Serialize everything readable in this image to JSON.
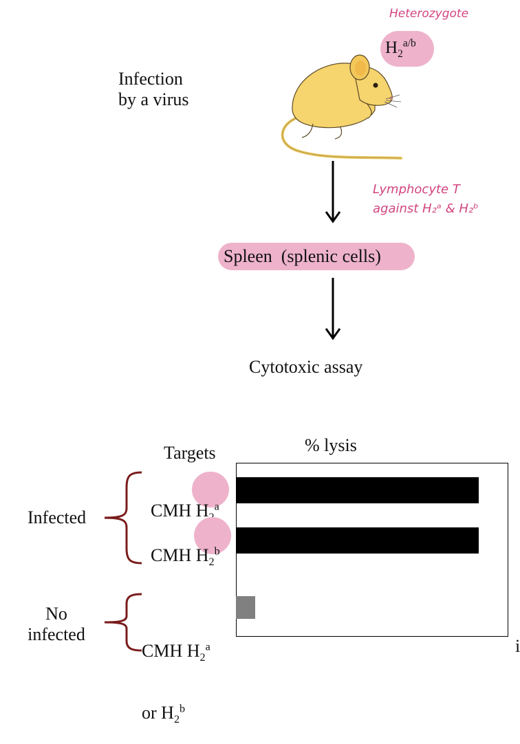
{
  "annotation": {
    "genotype_note": "Heterozygote",
    "lymph_line1": "Lymphocyte T",
    "lymph_line2": "against H₂ᵃ & H₂ᵇ"
  },
  "mouse_genotype": {
    "base": "H",
    "sub": "2",
    "sup": "a/b"
  },
  "step_infection_line1": "Infection",
  "step_infection_line2": "by a virus",
  "step_spleen": "Spleen  (splenic cells)",
  "step_assay": "Cytotoxic assay",
  "chart_data": {
    "type": "bar",
    "orientation": "horizontal",
    "title": "% lysis",
    "row_header": "Targets",
    "categories": [
      "CMH H2a",
      "CMH H2b",
      "CMH H2a or H2b"
    ],
    "values": [
      100,
      100,
      8
    ],
    "value_unit": "% lysis (relative, unlabeled axis)",
    "bar_colors": [
      "#000000",
      "#000000",
      "#808080"
    ],
    "groups": [
      {
        "label": "Infected",
        "rows": [
          0,
          1
        ]
      },
      {
        "label_line1": "No",
        "label_line2": "infected",
        "rows": [
          2
        ]
      }
    ],
    "grid": false,
    "legend": "none"
  },
  "targets": {
    "row1": {
      "prefix": "CMH ",
      "base": "H",
      "sub": "2",
      "sup": "a"
    },
    "row2": {
      "prefix": "CMH ",
      "base": "H",
      "sub": "2",
      "sup": "b"
    },
    "row3_line1": {
      "prefix": "CMH ",
      "base": "H",
      "sub": "2",
      "sup": "a"
    },
    "row3_line2": {
      "prefix": "or ",
      "base": "H",
      "sub": "2",
      "sup": "b"
    }
  },
  "group_infected": "Infected",
  "group_no_line1": "No",
  "group_no_line2": "infected",
  "edge_fragment": "i",
  "colors": {
    "highlight": "#eeb3cb",
    "annotation": "#d1457f",
    "brace": "#7a1c1c",
    "bar": "#000000",
    "bar_control": "#808080"
  }
}
